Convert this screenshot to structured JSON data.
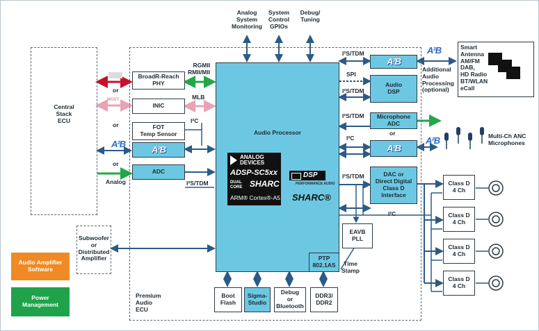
{
  "top_labels": {
    "analog_monitoring": "Analog\nSystem\nMonitoring",
    "gpios": "System\nControl\nGPIOs",
    "debug_tuning": "Debug/\nTuning"
  },
  "ecu": {
    "central_stack": "Central\nStack\nECU",
    "premium": "Premium\nAudio\nECU",
    "subwoofer": "Subwoofer\nor\nDistributed\nAmplifier"
  },
  "left_blocks": {
    "broadr": "BroadR-Reach\nPHY",
    "inic": "INIC",
    "fot": "FOT\nTemp Sensor",
    "adc": "ADC",
    "analog": "Analog",
    "or": "or",
    "most_badge": "MOST"
  },
  "bus_labels": {
    "rgmii": "RGMII\nRMII/MII",
    "mlb": "MLB",
    "i2c": "I²C",
    "i2s_tdm": "I²S/TDM",
    "spi": "SPI"
  },
  "processor": {
    "title": "Audio Processor",
    "analog_devices": "ANALOG\nDEVICES",
    "adsp": "ADSP-SC5xx",
    "dual_core": "DUAL\nCORE",
    "sharc": "SHARC",
    "arm": "ARM® Cortex®-A5",
    "dsp": "DSP",
    "dsp_sub": "PERFORMANCE AUDIO",
    "sharc2": "SHARC®"
  },
  "right_blocks": {
    "audio_dsp": "Audio\nDSP",
    "mic_adc": "Microphone\nADC",
    "dac": "DAC or\nDirect Digital\nClass D\nInterface",
    "eavb": "EAVB\nPLL",
    "ptp": "PTP\n802.1AS",
    "time_stamp": "Time\nStamp",
    "or": "or"
  },
  "a2b": "A²B",
  "additional": "Additional\nAudio\nProcessing\n(optional)",
  "smart_antenna": "Smart\nAntenna\nAM/FM\nDAB,\nHD Radio\nBT/WLAN\neCall",
  "mics": "Multi-Ch ANC\nMicrophones",
  "class_d": [
    "Class D\n4 Ch",
    "Class D\n4 Ch",
    "Class D\n4 Ch",
    "Class D\n4 Ch"
  ],
  "bottom_blocks": {
    "boot": "Boot\nFlash",
    "sigma": "Sigma-\nStudio",
    "debug": "Debug\nor\nBluetooth",
    "ddr": "DDR3/\nDDR2"
  },
  "legend": {
    "amp_sw": "Audio Amplifier\nSoftware",
    "power": "Power\nManagement"
  },
  "colors": {
    "processor": "#6cc8e2",
    "orange": "#f08a24",
    "green": "#1fa34a",
    "pink": "#e8a4b4",
    "red": "#c8102e",
    "link_green": "#22a84a",
    "arrow": "#2c5a86"
  }
}
